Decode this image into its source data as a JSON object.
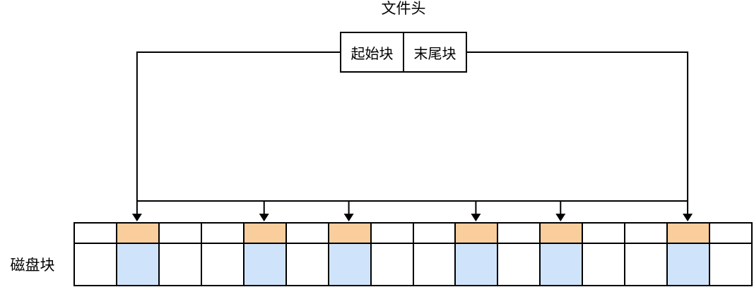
{
  "diagram": {
    "title": "文件头",
    "header_box": {
      "cells": [
        {
          "label": "起始块"
        },
        {
          "label": "末尾块"
        }
      ]
    },
    "disk_label": "磁盘块",
    "disk_blocks": {
      "count": 16,
      "row_count": 2,
      "allocated_indices": [
        2,
        5,
        7,
        10,
        12,
        15
      ]
    },
    "colors": {
      "allocated_top": "#FACD9C",
      "allocated_bottom": "#CFE4FB",
      "line": "#000000",
      "background": "#FFFFFF"
    }
  }
}
